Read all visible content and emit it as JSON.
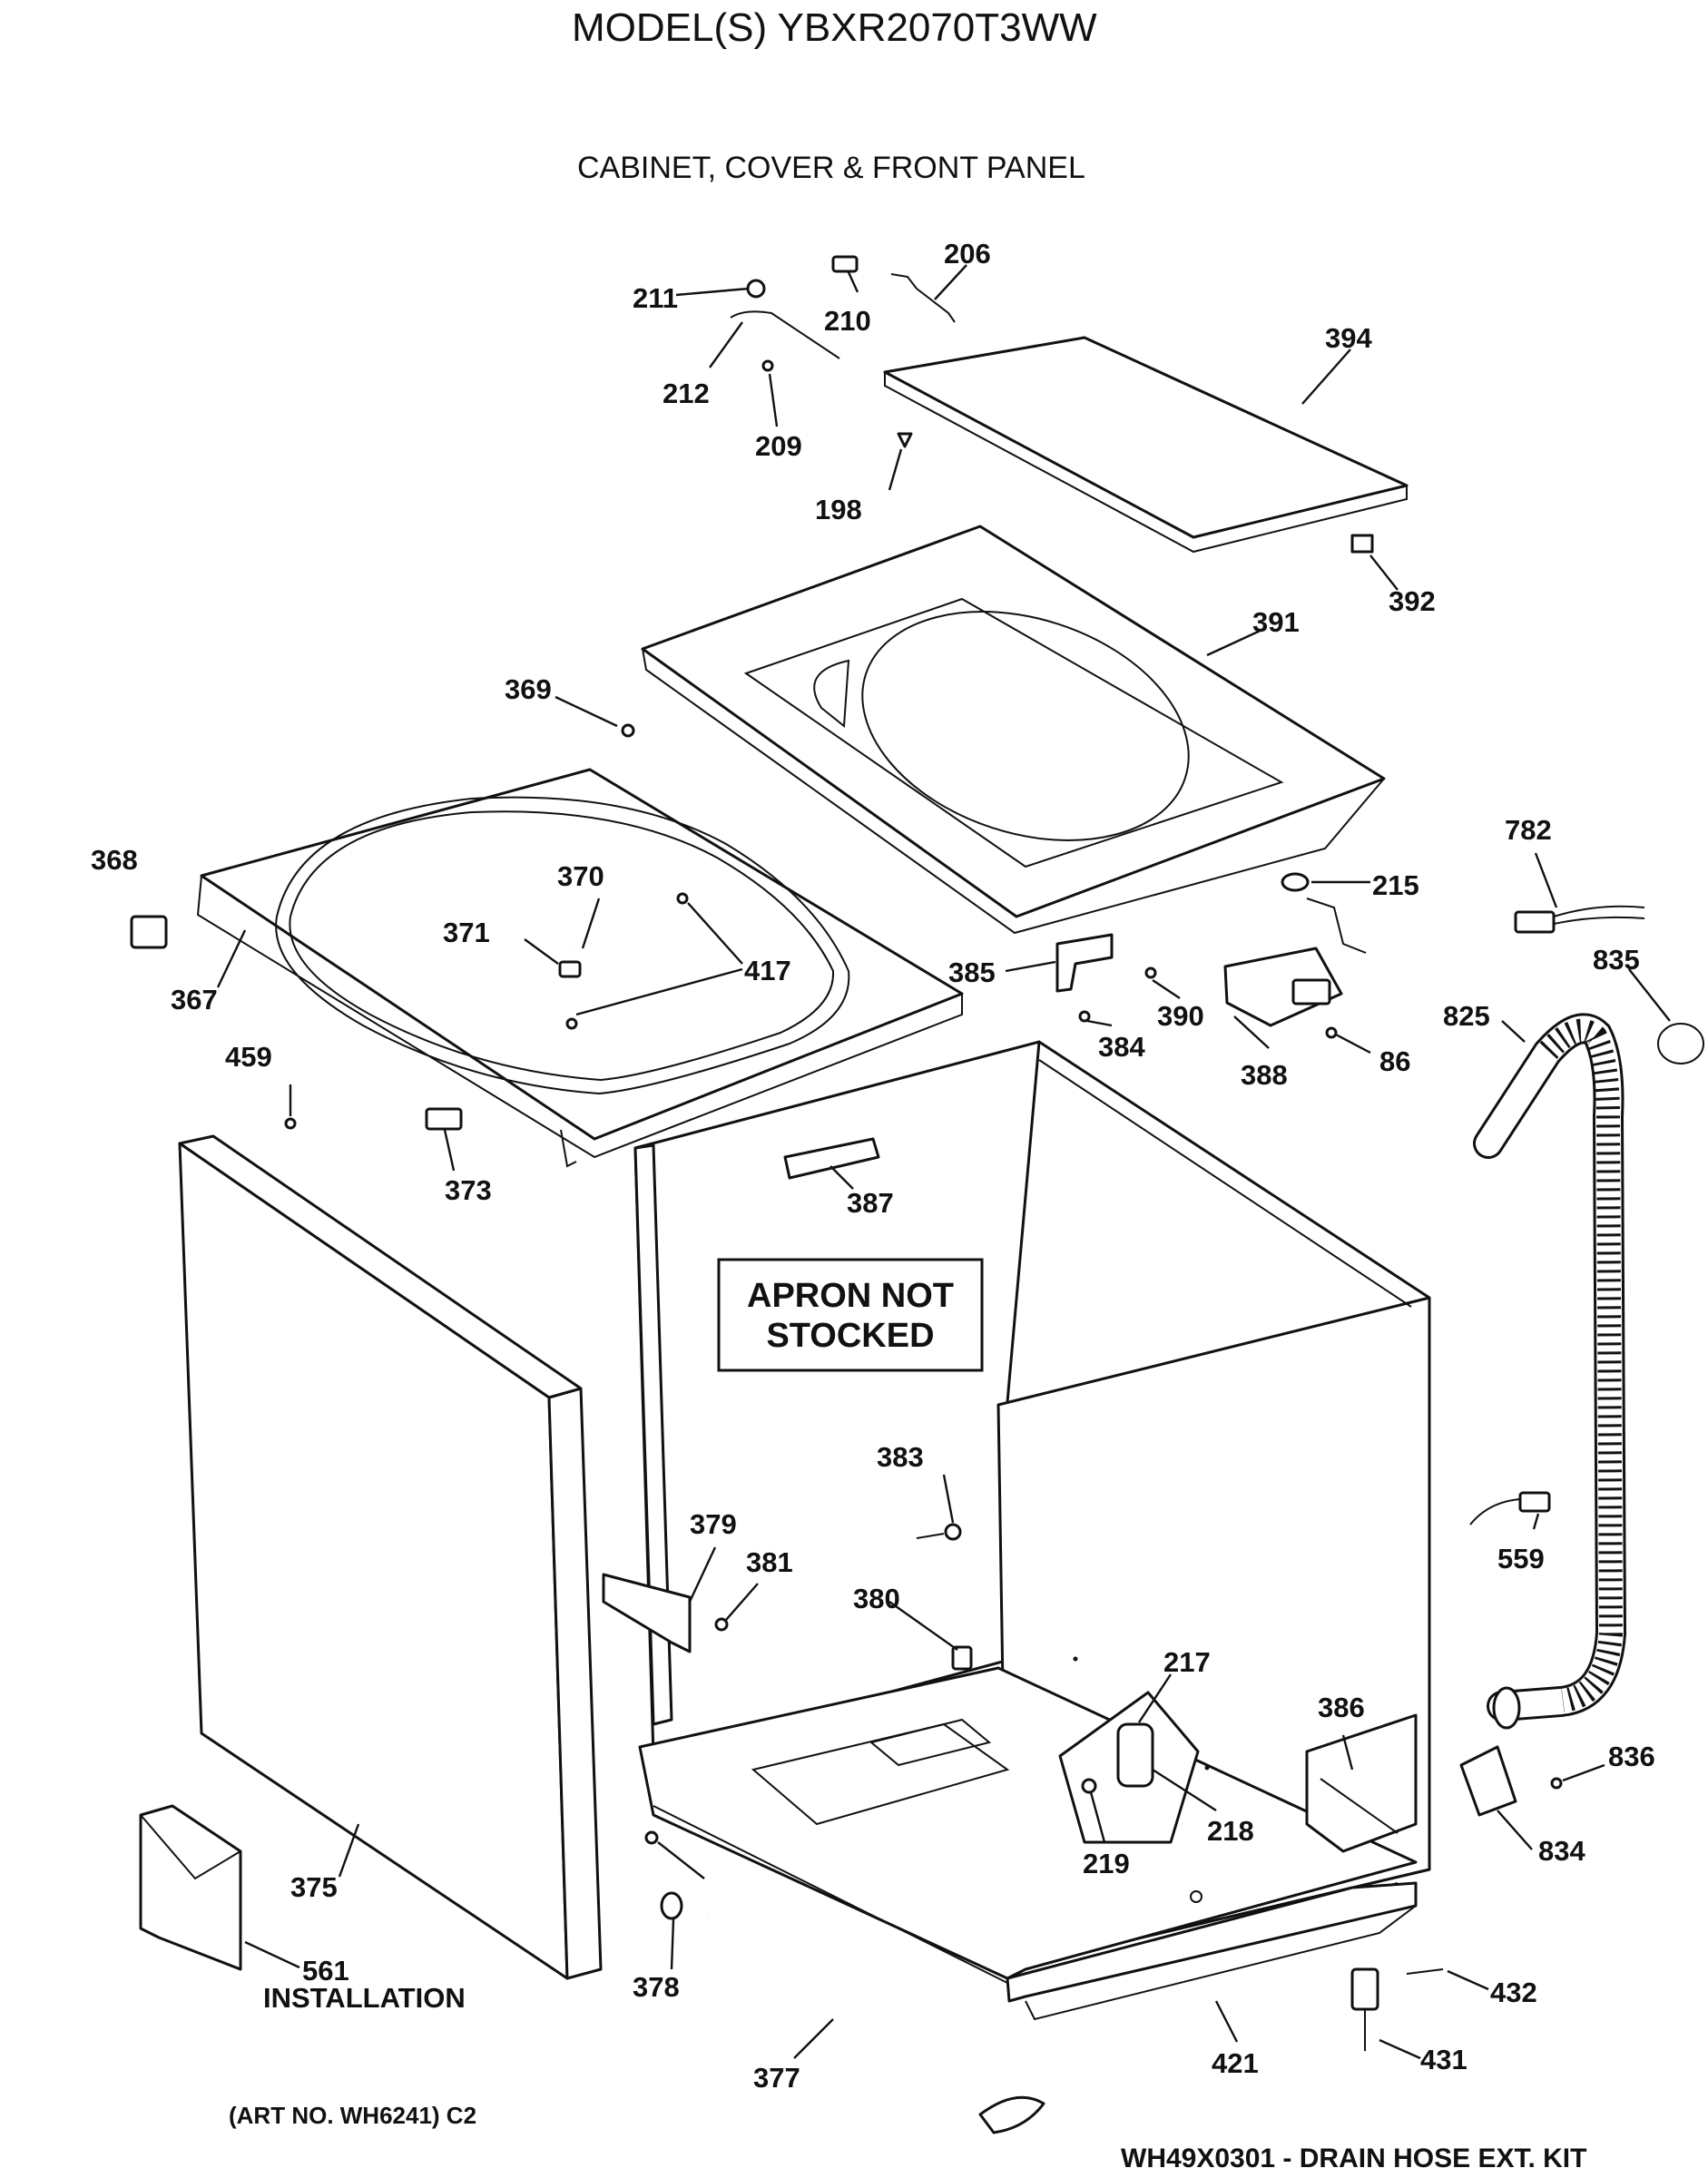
{
  "header": {
    "model_title": "MODEL(S) YBXR2070T3WW",
    "section_title": "CABINET, COVER & FRONT PANEL"
  },
  "diagram": {
    "part_numbers": [
      "211",
      "210",
      "206",
      "212",
      "209",
      "394",
      "198",
      "392",
      "391",
      "369",
      "368",
      "370",
      "371",
      "417",
      "367",
      "385",
      "390",
      "384",
      "388",
      "86",
      "215",
      "782",
      "835",
      "825",
      "459",
      "373",
      "387",
      "375",
      "561",
      "383",
      "379",
      "381",
      "380",
      "559",
      "217",
      "218",
      "219",
      "386",
      "836",
      "834",
      "378",
      "377",
      "421",
      "432",
      "431"
    ],
    "apron_note_line1": "APRON NOT",
    "apron_note_line2": "STOCKED",
    "installation_label": "INSTALLATION"
  },
  "footer": {
    "art_no": "(ART NO. WH6241) C2",
    "kit_note": "WH49X0301 - DRAIN HOSE EXT. KIT"
  }
}
